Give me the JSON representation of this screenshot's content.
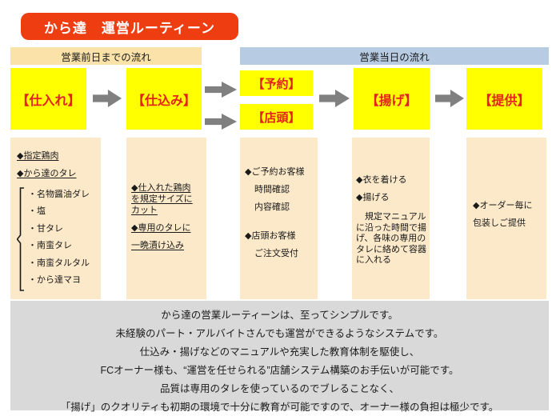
{
  "colors": {
    "title_bg": "#ee3d10",
    "title_text": "#ffffff",
    "band_left_bg": "#fbe2a9",
    "band_right_bg": "#b7cbe3",
    "step_bg": "#ffff00",
    "step_text": "#e3231b",
    "detail_bg": "#fbe9c9",
    "footer_bg": "#d9d9d9",
    "arrow": "#808080",
    "text": "#1a1a1a"
  },
  "title": "から達　運営ルーティーン",
  "bands": {
    "left": "営業前日までの流れ",
    "right": "営業当日の流れ"
  },
  "steps": {
    "shiire": "【仕入れ】",
    "shikomi": "【仕込み】",
    "yoyaku": "【予約】",
    "tentou": "【店頭】",
    "age": "【揚げ】",
    "teikyou": "【提供】"
  },
  "details": {
    "shiire": {
      "headings": [
        "◆指定鶏肉",
        "◆から達のタレ"
      ],
      "sauces": [
        "・名物醤油ダレ",
        "・塩",
        "・甘タレ",
        "・南蛮タレ",
        "・南蛮タルタル",
        "・から達マヨ"
      ]
    },
    "shikomi": {
      "lines": [
        "◆仕入れた鶏肉を規定サイズにカット",
        "◆専用のタレに",
        "一晩漬け込み"
      ]
    },
    "orders": {
      "reserve_heading": "◆ご予約お客様",
      "reserve_items": [
        "時間確認",
        "内容確認"
      ],
      "walkin_heading": "◆店頭お客様",
      "walkin_items": [
        "ご注文受付"
      ]
    },
    "age": {
      "lines": [
        "◆衣を着ける",
        "◆揚げる"
      ],
      "note": "　規定マニュアルに沿った時間で揚げ、各味の専用のタレに絡めて容器に入れる"
    },
    "teikyou": {
      "lines": [
        "◆オーダー毎に",
        "包装しご提供"
      ]
    }
  },
  "footer": {
    "lines": [
      "から達の営業ルーティーンは、至ってシンプルです。",
      "未経験のパート・アルバイトさんでも運営ができるようなシステムです。",
      "仕込み・揚げなどのマニュアルや充実した教育体制を駆使し、",
      "FCオーナー様も、“運営を任せられる”店舗システム構築のお手伝いが可能です。",
      "品質は専用のタレを使っているのでブレることなく、",
      "「揚げ」のクオリティも初期の環境で十分に教育が可能ですので、オーナー様の負担は極少です。"
    ]
  }
}
